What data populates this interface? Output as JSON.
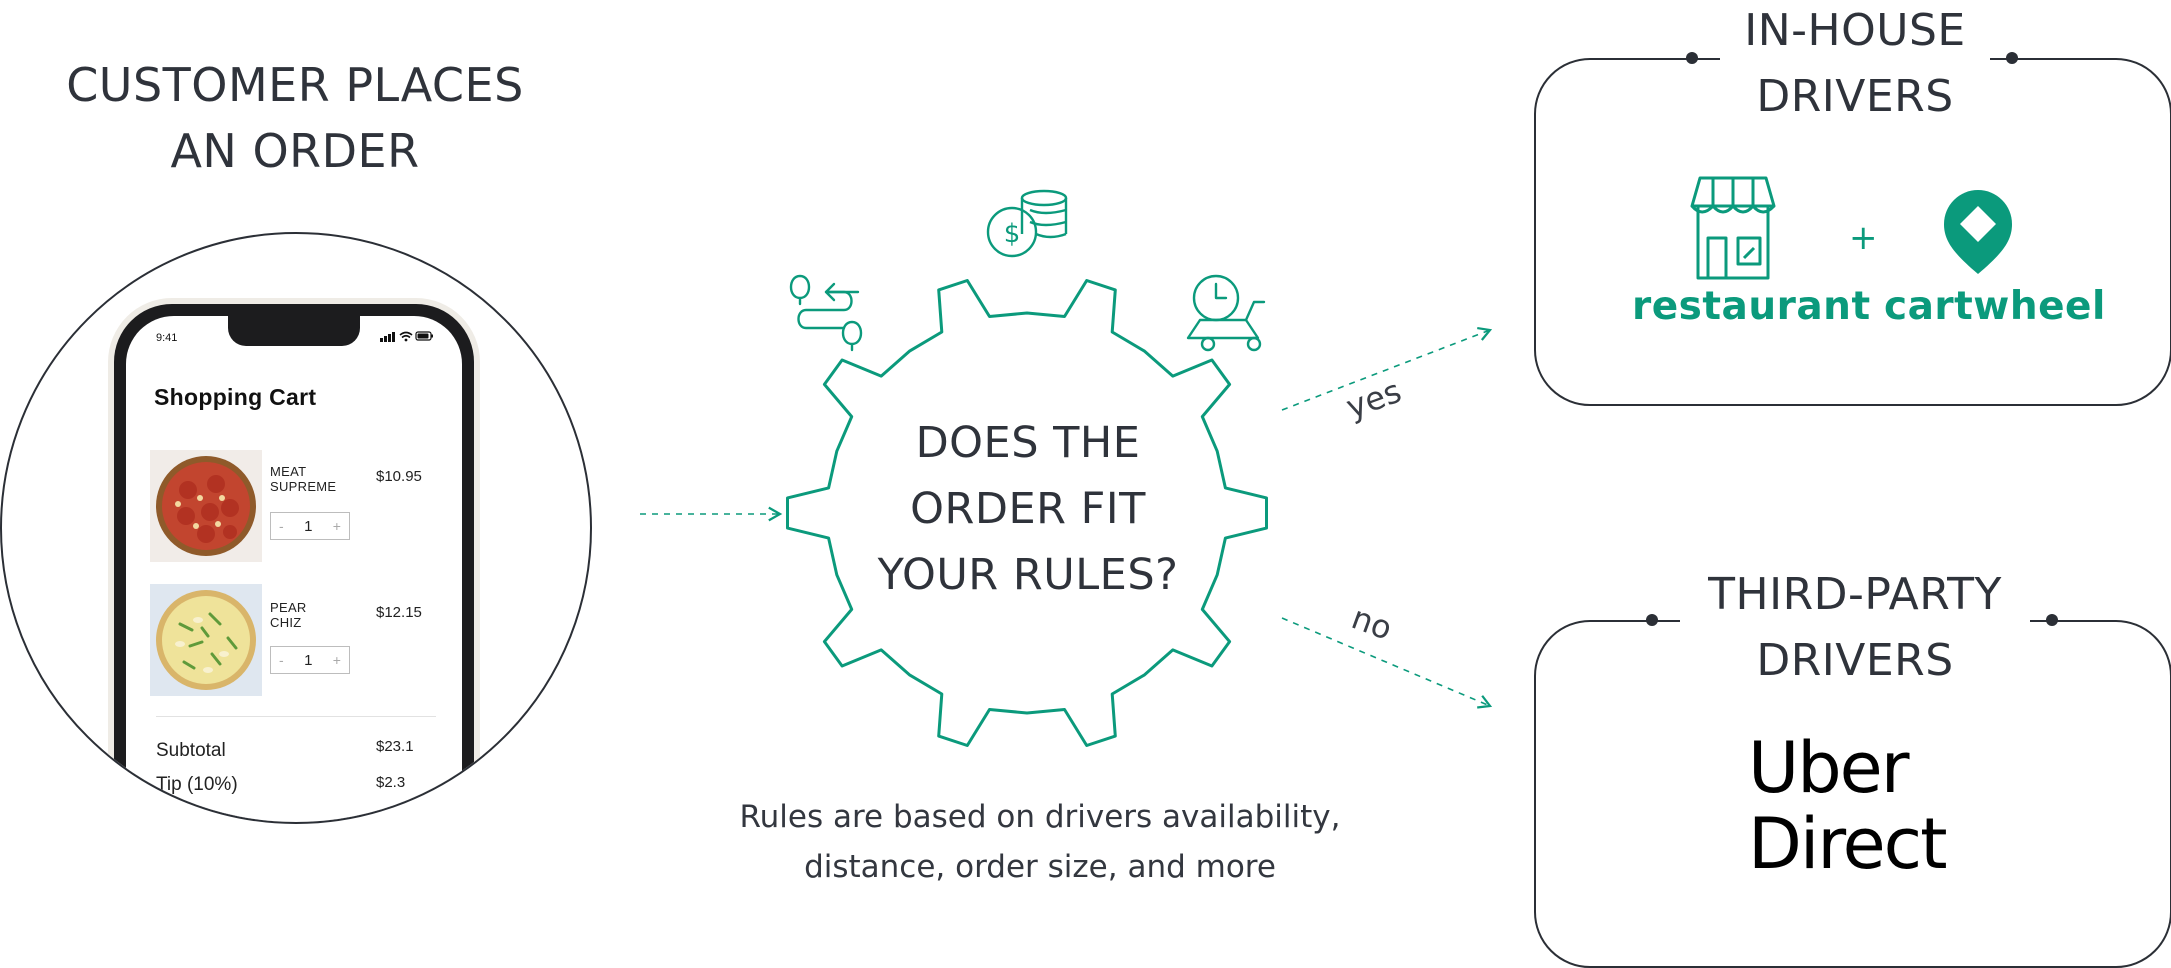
{
  "left_heading": "CUSTOMER PLACES\nAN ORDER",
  "phone": {
    "status_time": "9:41",
    "cart_title": "Shopping Cart",
    "items": [
      {
        "name": "MEAT\nSUPREME",
        "price": "$10.95",
        "qty": "1",
        "minus": "-",
        "plus": "+"
      },
      {
        "name": "PEAR\nCHIZ",
        "price": "$12.15",
        "qty": "1",
        "minus": "-",
        "plus": "+"
      }
    ],
    "summary": [
      {
        "label": "Subtotal",
        "value": "$23.1"
      },
      {
        "label": "Tip (10%)",
        "value": "$2.3"
      }
    ]
  },
  "gear_question": "DOES THE\nORDER FIT\nYOUR RULES?",
  "rules_note": "Rules are based on drivers availability,\ndistance, order size, and more",
  "branches": {
    "yes": "yes",
    "no": "no"
  },
  "inhouse": {
    "heading": "IN-HOUSE\nDRIVERS",
    "brand_left": "restaurant",
    "plus": "+",
    "brand_right": "cartwheel"
  },
  "third_party": {
    "heading": "THIRD-PARTY\nDRIVERS",
    "logo_text": "Uber\nDirect"
  },
  "colors": {
    "accent": "#0b9a7c",
    "ink": "#2b2f36",
    "text": "#2f333b"
  }
}
